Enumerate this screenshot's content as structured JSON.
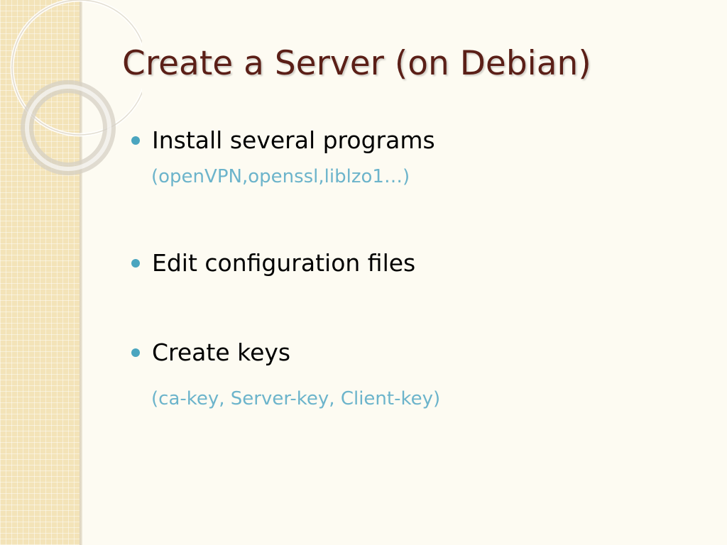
{
  "slide": {
    "title": "Create a Server (on Debian)",
    "bullets": [
      {
        "text": "Install several programs",
        "sub": "(openVPN,openssl,liblzo1…)"
      },
      {
        "text": "Edit configuration files",
        "sub": ""
      },
      {
        "text": "Create keys",
        "sub": "(ca-key, Server-key, Client-key)"
      }
    ]
  },
  "colors": {
    "title": "#5b1f17",
    "bullet_dot": "#4aa5bf",
    "sub_text": "#6cb4cb",
    "side_strip": "#f3e3b8",
    "background": "#fdfbf2"
  }
}
